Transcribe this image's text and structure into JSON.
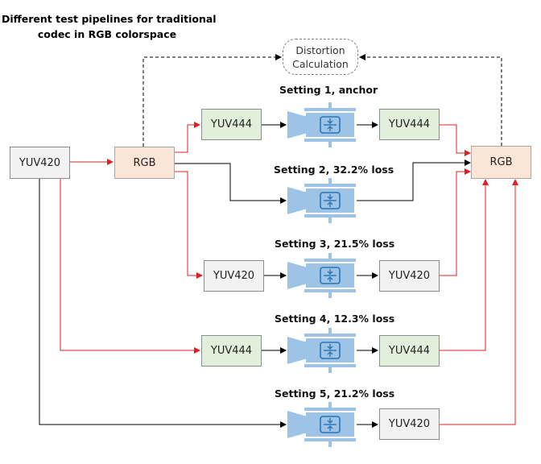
{
  "title": {
    "line1": "Different test pipelines for traditional",
    "line2": "codec in RGB colorspace"
  },
  "distortion": {
    "line1": "Distortion",
    "line2": "Calculation"
  },
  "source": {
    "label": "YUV420"
  },
  "rgb_input": {
    "label": "RGB"
  },
  "rgb_output": {
    "label": "RGB"
  },
  "settings": [
    {
      "label": "Setting 1,  anchor",
      "pre": "YUV444",
      "post": "YUV444"
    },
    {
      "label": "Setting 2, 32.2% loss",
      "pre": "",
      "post": ""
    },
    {
      "label": "Setting 3, 21.5% loss",
      "pre": "YUV420",
      "post": "YUV420"
    },
    {
      "label": "Setting 4, 12.3% loss",
      "pre": "YUV444",
      "post": "YUV444"
    },
    {
      "label": "Setting 5, 21.2% loss",
      "pre": "",
      "post": "YUV420"
    }
  ],
  "codec_icon": "codec-compress-icon",
  "colors": {
    "red_arrow": "#e02020",
    "black_arrow": "#000000",
    "codec_blue": "#9dc3e6",
    "codec_dark": "#2e75b6",
    "green_box": "#e2efda",
    "gray_box": "#f2f2f2",
    "peach_box": "#fbe5d6"
  }
}
